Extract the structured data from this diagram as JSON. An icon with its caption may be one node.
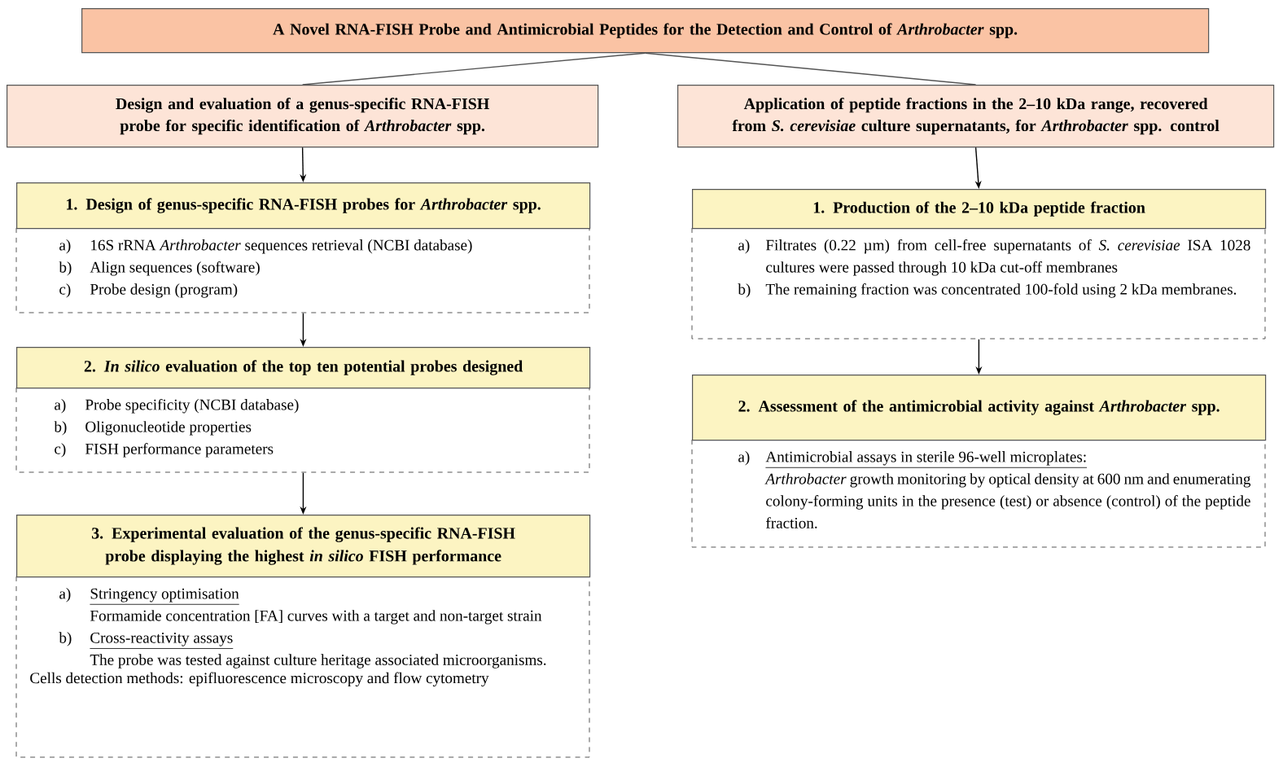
{
  "diagram": {
    "nodes": [
      {
        "text": [
          "A Novel RNA-FISH Probe and Antimicrobial Peptides for the Detection and Control of *Arthrobacter* spp."
        ]
      },
      {
        "text": [
          "Design and evaluation of a genus-specific RNA-FISH probe for specific identification of *Arthrobacter* spp."
        ]
      },
      {
        "text": [
          "Application of peptide fractions in the 2–10 kDa range, recovered from *S. cerevisiae* culture supernatants, for *Arthrobacter* spp. control"
        ]
      },
      {
        "text": [
          "1. Design of genus-specific RNA-FISH probes for *Arthrobacter* spp.",
          "a)",
          "16S rRNA *Arthrobacter* sequences retrieval (NCBI database)",
          "b)",
          "Align sequences (software)",
          "c)",
          "Probe design (program)"
        ]
      },
      {
        "text": [
          "2. *In silico* evaluation of the top ten potential probes designed",
          "a)",
          "Probe specificity (NCBI database)",
          "b)",
          "Oligonucleotide properties",
          "c)",
          "FISH performance parameters"
        ]
      },
      {
        "text": [
          "3. Experimental evaluation of the genus-specific RNA-FISH probe displaying the highest *in silico* FISH performance",
          "a)",
          "Stringency optimisation",
          "Formamide concentration [FA] curves with a target and non-target strain",
          "b)",
          "Cross-reactivity assays",
          "The probe was tested against culture heritage associated microorganisms.",
          "Cells detection methods: epifluorescence microscopy and flow cytometry"
        ]
      },
      {
        "text": [
          "1. Production of the 2–10 kDa peptide fraction",
          "a)",
          "Filtrates (0.22 µm) from cell-free supernatants of *S. cerevisiae* ISA 1028 cultures were passed through 10 kDa cut-off membranes",
          "b)",
          "The remaining fraction was concentrated 100-fold using 2 kDa membranes."
        ]
      },
      {
        "text": [
          "2. Assessment of the antimicrobial activity against *Arthrobacter* spp.",
          "a)",
          "Antimicrobial assays in sterile 96-well microplates:",
          "*Arthrobacter* growth monitoring by optical density at 600 nm and enumerating colony-forming units in the presence (test) or absence (control) of the peptide fraction."
        ]
      }
    ],
    "edges": [
      {
        "from": 0,
        "to": 1,
        "arrow": "none"
      },
      {
        "from": 0,
        "to": 2,
        "arrow": "none"
      },
      {
        "from": 1,
        "to": 3,
        "arrow": "to"
      },
      {
        "from": 3,
        "to": 4,
        "arrow": "to"
      },
      {
        "from": 4,
        "to": 5,
        "arrow": "to"
      },
      {
        "from": 2,
        "to": 6,
        "arrow": "to"
      },
      {
        "from": 6,
        "to": 7,
        "arrow": "to"
      }
    ]
  }
}
